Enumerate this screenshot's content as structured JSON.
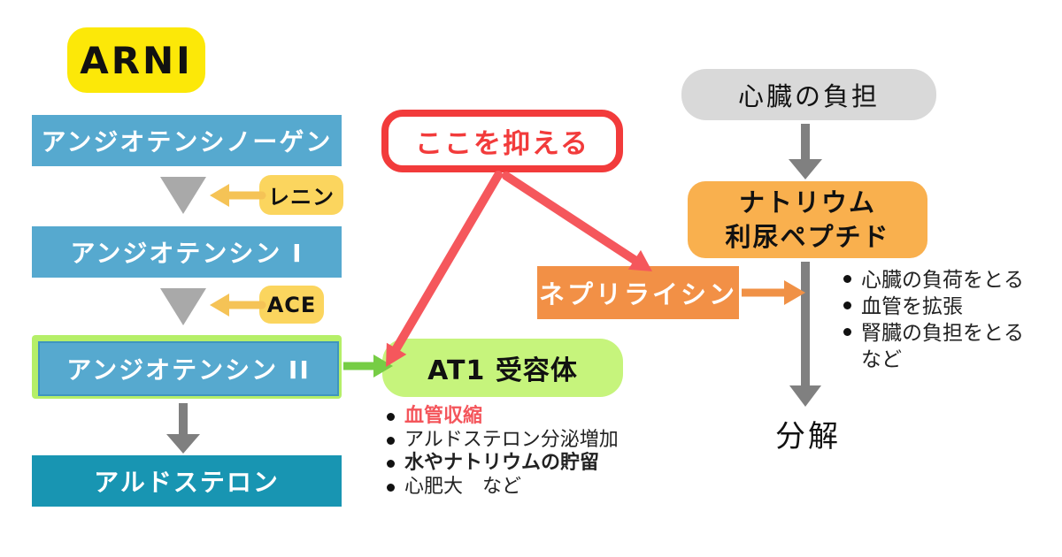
{
  "title": "ARNI",
  "pathway": {
    "angiotensinogen": "アンジオテンシノーゲン",
    "renin": "レニン",
    "angiotensin_i": "アンジオテンシン I",
    "ace": "ACE",
    "angiotensin_ii": "アンジオテンシン II",
    "aldosterone": "アルドステロン"
  },
  "suppress": {
    "label": "ここを抑える"
  },
  "at1_receptor": {
    "label": "AT1 受容体",
    "effects": [
      "血管収縮",
      "アルドステロン分泌増加",
      "水やナトリウムの貯留",
      "心肥大　など"
    ]
  },
  "neprilysin": {
    "label": "ネプリライシン"
  },
  "natriuretic": {
    "trigger": "心臓の負担",
    "name_line1": "ナトリウム",
    "name_line2": "利尿ペプチド",
    "effects": [
      "心臓の負荷をとる",
      "血管を拡張",
      "腎臓の負担をとる"
    ],
    "effects_suffix": "など",
    "degradation": "分解"
  },
  "colors": {
    "highlight_yellow": "#fce808",
    "badge_yellow": "#fbd55e",
    "badge_arrow_yellow": "#f5c356",
    "box_blue": "#56a9cf",
    "box_teal": "#1895b2",
    "gray_box": "#d9d9d9",
    "arrow_gray": "#808080",
    "triangle_gray": "#a9a9a9",
    "suppress_red": "#f23b3b",
    "arrow_red": "#f5575c",
    "at1_green": "#c6f47c",
    "green_arrow": "#76cd45",
    "ang2_border_green": "#b5ef68",
    "neprilysin_orange": "#f29046",
    "natriuretic_orange": "#f9b04e",
    "effect_red_text": "#f4555b"
  }
}
